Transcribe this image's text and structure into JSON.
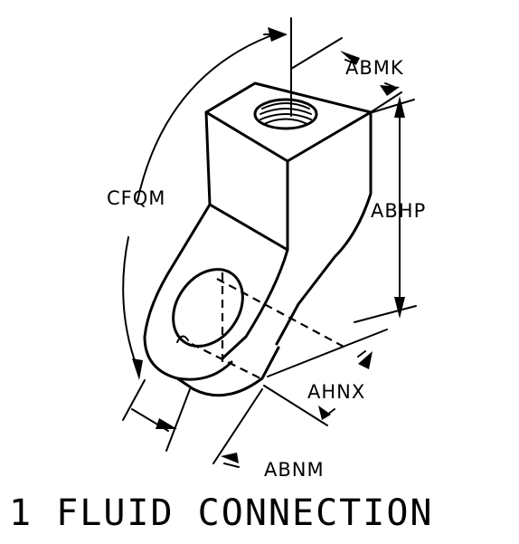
{
  "caption": "1 FLUID CONNECTION",
  "dimensions": {
    "abmk": "ABMK",
    "abhp": "ABHP",
    "cfqm": "CFQM",
    "ahnx": "AHNX",
    "abnm": "ABNM"
  }
}
